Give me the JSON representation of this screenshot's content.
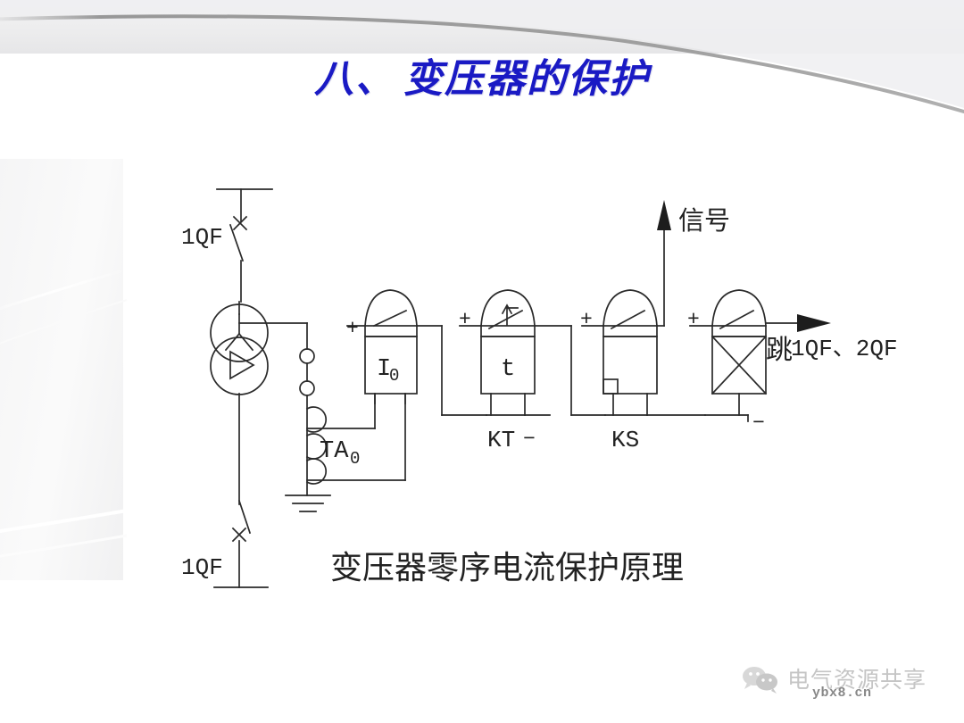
{
  "slide": {
    "title_prefix": "八、",
    "title_main": "变压器的保护",
    "title_color": "#1a1ac4",
    "background_color": "#ffffff"
  },
  "diagram": {
    "caption": "变压器零序电流保护原理",
    "labels": {
      "breaker_top": "1QF",
      "breaker_bottom": "1QF",
      "ct": "TA",
      "ct_sub": "0",
      "relay1_label": "I",
      "relay1_sub": "0",
      "relay2_label": "t",
      "relay2_name": "KT",
      "relay3_name": "KS",
      "signal": "信号",
      "trip_cn": "跳",
      "trip_devices": "1QF、2QF",
      "plus": "+",
      "minus": "−"
    },
    "elements": [
      {
        "name": "busbar",
        "type": "line"
      },
      {
        "name": "circuit-breaker-top",
        "type": "breaker",
        "label": "1QF"
      },
      {
        "name": "power-transformer",
        "type": "transformer",
        "windings": [
          "star",
          "delta"
        ]
      },
      {
        "name": "zero-sequence-ct",
        "type": "current-transformer",
        "label": "TA0"
      },
      {
        "name": "earth-ground",
        "type": "ground"
      },
      {
        "name": "current-relay",
        "type": "relay",
        "label": "I0"
      },
      {
        "name": "time-relay",
        "type": "relay",
        "label": "t",
        "tag": "KT"
      },
      {
        "name": "signal-relay",
        "type": "relay",
        "tag": "KS"
      },
      {
        "name": "trip-coil-relay",
        "type": "relay",
        "tag": ""
      },
      {
        "name": "circuit-breaker-bottom",
        "type": "breaker",
        "label": "1QF"
      },
      {
        "name": "signal-arrow",
        "type": "arrow",
        "direction": "up",
        "label": "信号"
      },
      {
        "name": "trip-arrow",
        "type": "arrow",
        "direction": "right",
        "label": "跳1QF、2QF"
      }
    ]
  },
  "watermark": {
    "brand": "电气资源共享",
    "site": "ybx8.cn"
  }
}
